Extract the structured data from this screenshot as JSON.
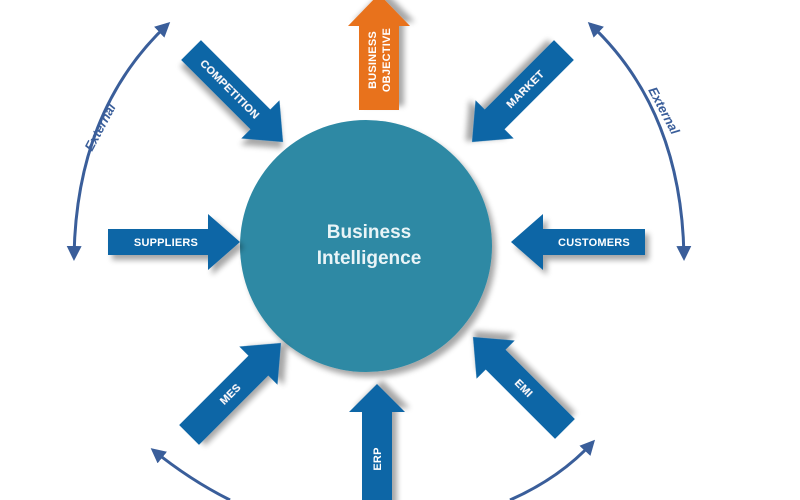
{
  "diagram": {
    "title": "Business Intelligence",
    "center": {
      "line1": "Business",
      "line2": "Intelligence",
      "color": "#2e89a4"
    },
    "colors": {
      "input_arrow": "#0f66a6",
      "output_arrow": "#e8721c",
      "arc": "#3a5e9a",
      "label": "#ffffff"
    },
    "arrows": [
      {
        "id": "competition",
        "label": "COMPETITION",
        "direction": "inward",
        "group": "external",
        "position": "top-left"
      },
      {
        "id": "business-objective",
        "label_line1": "BUSINESS",
        "label_line2": "OBJECTIVE",
        "direction": "outward",
        "group": "output",
        "position": "top"
      },
      {
        "id": "market",
        "label": "MARKET",
        "direction": "inward",
        "group": "external",
        "position": "top-right"
      },
      {
        "id": "suppliers",
        "label": "SUPPLIERS",
        "direction": "inward",
        "group": "external",
        "position": "left"
      },
      {
        "id": "customers",
        "label": "CUSTOMERS",
        "direction": "inward",
        "group": "external",
        "position": "right"
      },
      {
        "id": "mes",
        "label": "MES",
        "direction": "inward",
        "group": "internal",
        "position": "bottom-left"
      },
      {
        "id": "erp",
        "label": "ERP",
        "direction": "inward",
        "group": "internal",
        "position": "bottom"
      },
      {
        "id": "emi",
        "label": "EMI",
        "direction": "inward",
        "group": "internal",
        "position": "bottom-right"
      }
    ],
    "arcs": {
      "left_label": "External",
      "right_label": "External"
    }
  }
}
